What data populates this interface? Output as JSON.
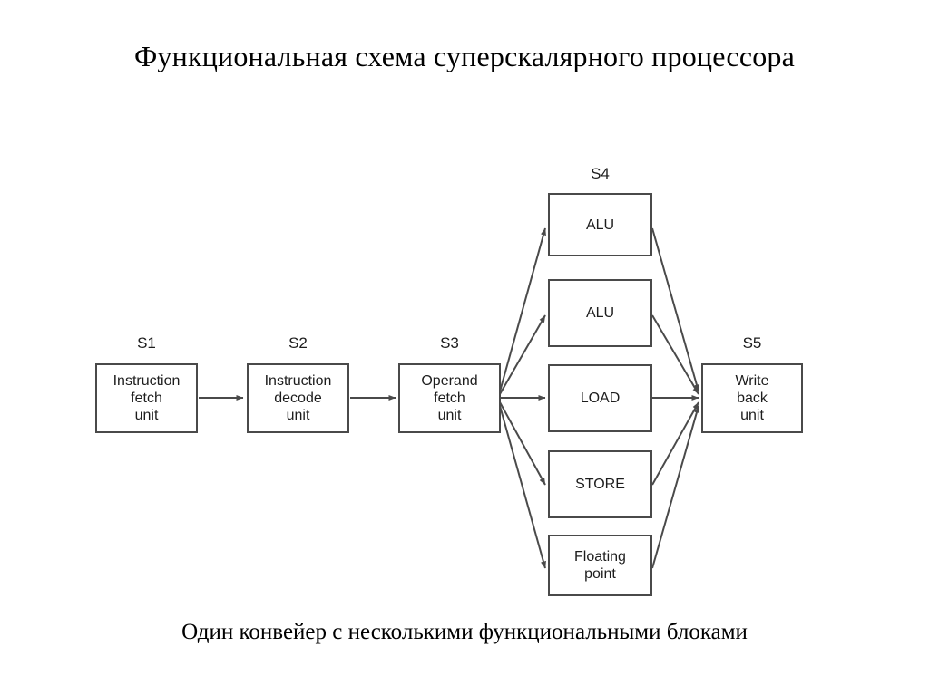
{
  "title": "Функциональная схема суперскалярного процессора",
  "caption": "Один конвейер с несколькими функциональными блоками",
  "diagram": {
    "stage_labels": {
      "s1": "S1",
      "s2": "S2",
      "s3": "S3",
      "s4": "S4",
      "s5": "S5"
    },
    "boxes": {
      "instruction_fetch": "Instruction\nfetch\nunit",
      "instruction_decode": "Instruction\ndecode\nunit",
      "operand_fetch": "Operand\nfetch\nunit",
      "alu_1": "ALU",
      "alu_2": "ALU",
      "load": "LOAD",
      "store": "STORE",
      "floating_point": "Floating\npoint",
      "write_back": "Write\nback\nunit"
    },
    "colors": {
      "line": "#4a4a4a",
      "text": "#1d1d1d",
      "background": "#ffffff"
    }
  }
}
